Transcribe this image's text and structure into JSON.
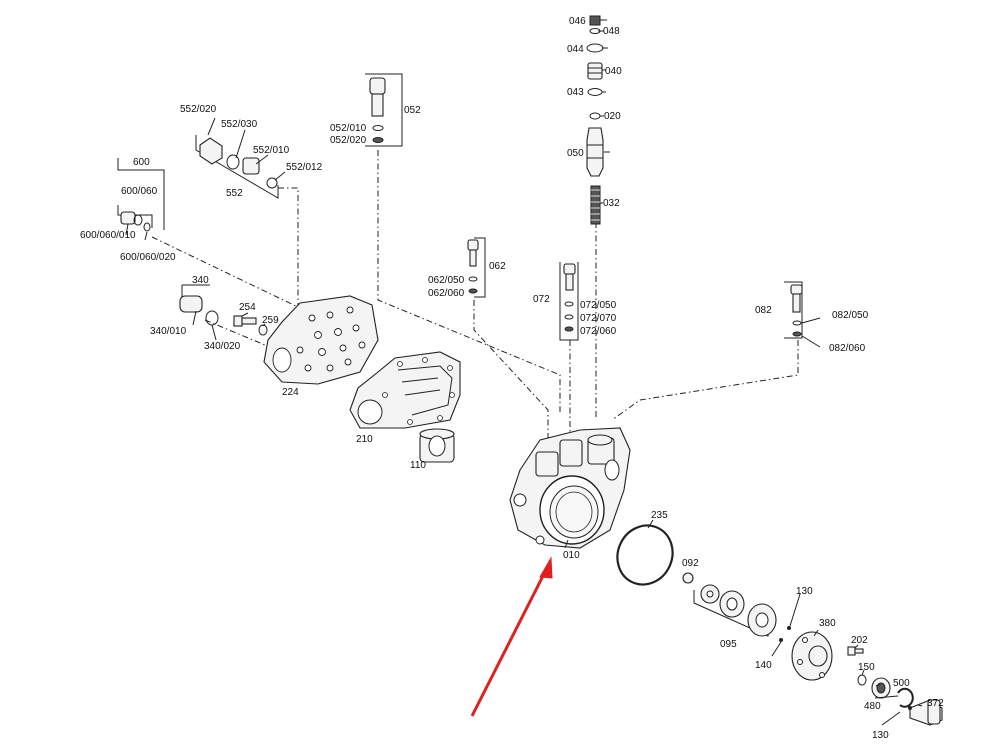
{
  "labels": {
    "l046": "046",
    "l048": "048",
    "l044": "044",
    "l040": "040",
    "l043": "043",
    "l020": "020",
    "l050": "050",
    "l032": "032",
    "l052": "052",
    "l052_010": "052/010",
    "l052_020": "052/020",
    "l552_020": "552/020",
    "l552_030": "552/030",
    "l552_010": "552/010",
    "l552_012": "552/012",
    "l552": "552",
    "l600": "600",
    "l600_060": "600/060",
    "l600_060_010": "600/060/010",
    "l600_060_020": "600/060/020",
    "l340": "340",
    "l340_010": "340/010",
    "l340_020": "340/020",
    "l254": "254",
    "l259": "259",
    "l224": "224",
    "l062": "062",
    "l062_050": "062/050",
    "l062_060": "062/060",
    "l072": "072",
    "l072_050": "072/050",
    "l072_070": "072/070",
    "l072_060": "072/060",
    "l082": "082",
    "l082_050": "082/050",
    "l082_060": "082/060",
    "l210": "210",
    "l110": "110",
    "l010": "010",
    "l235": "235",
    "l092": "092",
    "l095": "095",
    "l130a": "130",
    "l140": "140",
    "l380": "380",
    "l202": "202",
    "l150": "150",
    "l500": "500",
    "l480": "480",
    "l372": "372",
    "l130b": "130"
  },
  "colors": {
    "highlight_arrow": "#e02020",
    "line": "#222222"
  }
}
